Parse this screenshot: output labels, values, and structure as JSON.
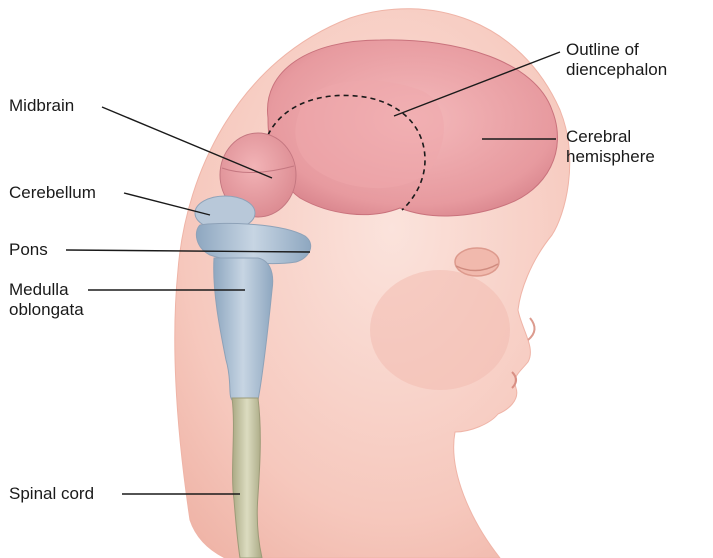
{
  "labels": {
    "midbrain": "Midbrain",
    "cerebellum": "Cerebellum",
    "pons": "Pons",
    "medulla_line1": "Medulla",
    "medulla_line2": "oblongata",
    "spinal_cord": "Spinal cord",
    "outline_line1": "Outline of",
    "outline_line2": "diencephalon",
    "cerebral_line1": "Cerebral",
    "cerebral_line2": "hemisphere"
  },
  "colors": {
    "skin": "#f6c8bd",
    "skin_shadow": "#ecaea1",
    "cerebrum": "#e79a9f",
    "cerebrum_shadow": "#d77f88",
    "brainstem_blue": "#a9bdd2",
    "spinal_cord": "#c7c5a3",
    "leader_line": "#1a1a1a"
  }
}
